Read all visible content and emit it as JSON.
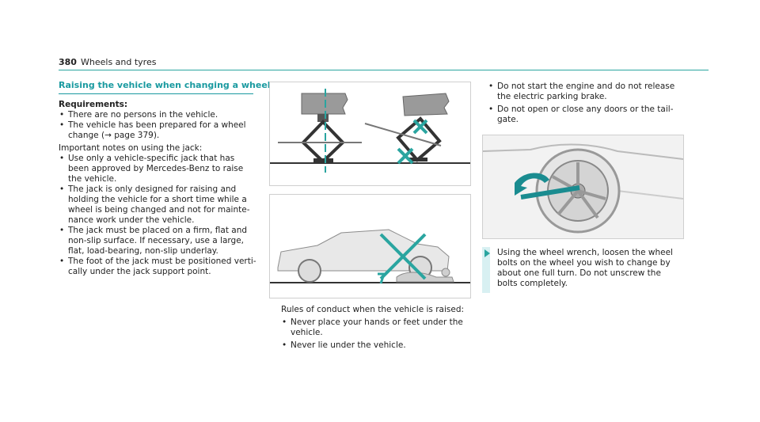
{
  "header": {
    "page_number": "380",
    "section": "Wheels and tyres"
  },
  "section_title": "Raising the vehicle when changing a wheel",
  "requirements": {
    "heading": "Requirements:",
    "items": [
      "There are no persons in the vehicle.",
      "The vehicle has been prepared for a wheel change (→ page 379)."
    ]
  },
  "jack_notes": {
    "intro": "Important notes on using the jack:",
    "items": [
      "Use only a vehicle-specific jack that has been approved by Mercedes-Benz to raise the vehicle.",
      "The jack is only designed for raising and holding the vehicle for a short time while a wheel is being changed and not for mainte- nance work under the vehicle.",
      "The jack must be placed on a firm, flat and non-slip surface. If necessary, use a large, flat, load-bearing, non-slip underlay.",
      "The foot of the jack must be positioned verti- cally under the jack support point."
    ]
  },
  "conduct": {
    "intro": "Rules of conduct when the vehicle is raised:",
    "items": [
      "Never place your hands or feet under the vehicle.",
      "Never lie under the vehicle."
    ]
  },
  "right_col": {
    "items": [
      "Do not start the engine and do not release the electric parking brake.",
      "Do not open or close any doors or the tail- gate."
    ],
    "step": "Using the wheel wrench, loosen the wheel bolts on the wheel you wish to change by about one full turn. Do not unscrew the bolts completely."
  },
  "colors": {
    "accent": "#1a9aa0",
    "icon_teal": "#2aa5a0",
    "figure_gray": "#8c8c8c"
  },
  "icons": [
    "jack-correct-icon",
    "jack-wrong-icon",
    "lying-under-car-prohibited-icon",
    "wheel-wrench-icon",
    "result-arrow-icon"
  ]
}
